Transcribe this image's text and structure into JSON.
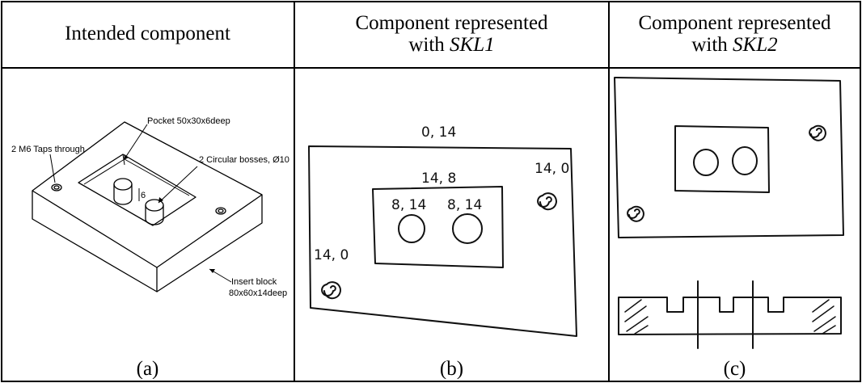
{
  "headers": {
    "col1": "Intended component",
    "col2_line1": "Component represented",
    "col2_prefix": "with ",
    "col2_italic": "SKL1",
    "col3_line1": "Component represented",
    "col3_prefix": "with ",
    "col3_italic": "SKL2"
  },
  "captions": {
    "a": "(a)",
    "b": "(b)",
    "c": "(c)"
  },
  "panel_a": {
    "label_pocket": "Pocket 50x30x6deep",
    "label_taps": "2 M6 Taps through",
    "label_bosses": "2 Circular bosses, Ø10",
    "label_block_1": "Insert block",
    "label_block_2": "80x60x14deep",
    "label_depth": "6"
  },
  "panel_b": {
    "top_label": "0, 14",
    "pocket_label": "14, 8",
    "boss_left_label": "8, 14",
    "boss_right_label": "8, 14",
    "tap_right_label": "14, 0",
    "tap_left_label": "14, 0"
  }
}
